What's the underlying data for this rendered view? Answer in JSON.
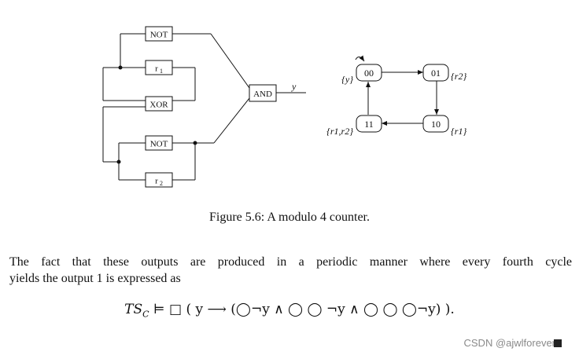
{
  "circuit": {
    "gates": {
      "not_top": "NOT",
      "reg1": "r",
      "reg1_sub": "1",
      "xor": "XOR",
      "not_bottom": "NOT",
      "reg2": "r",
      "reg2_sub": "2",
      "and": "AND"
    },
    "output_label": "y"
  },
  "state_graph": {
    "states": [
      {
        "id": "00",
        "label": "{y}",
        "initial": true
      },
      {
        "id": "01",
        "label": "{r2}"
      },
      {
        "id": "10",
        "label": "{r1}"
      },
      {
        "id": "11",
        "label": "{r1,r2}"
      }
    ],
    "transitions": [
      [
        "00",
        "01"
      ],
      [
        "01",
        "10"
      ],
      [
        "10",
        "11"
      ],
      [
        "11",
        "00"
      ]
    ]
  },
  "caption": "Figure 5.6: A modulo 4 counter.",
  "paragraph": {
    "line1": "The fact that these outputs are produced in a periodic manner where every fourth cycle",
    "line2": "yields the output 1 is expressed as"
  },
  "formula": {
    "ts": "TS",
    "sub": "C",
    "body": " ⊨ □ ( y ⟶ (◯¬y ∧ ◯ ◯ ¬y ∧ ◯ ◯ ◯¬y) )."
  },
  "watermark": "CSDN @ajwlforever"
}
